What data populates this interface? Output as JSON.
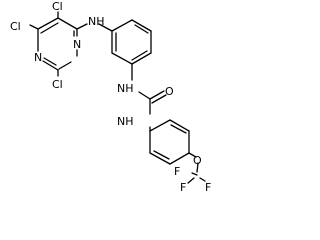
{
  "molecule": {
    "atoms": {
      "cl_top": "Cl",
      "cl_left": "Cl",
      "cl_bottom": "Cl",
      "n_ring_right": "N",
      "n_ring_bottom": "N",
      "nh_top": "NH",
      "nh_middle": "NH",
      "o_carbonyl": "O",
      "nh_lower": "NH",
      "o_ether": "O",
      "f_top": "F",
      "f_left": "F",
      "f_right": "F"
    }
  }
}
